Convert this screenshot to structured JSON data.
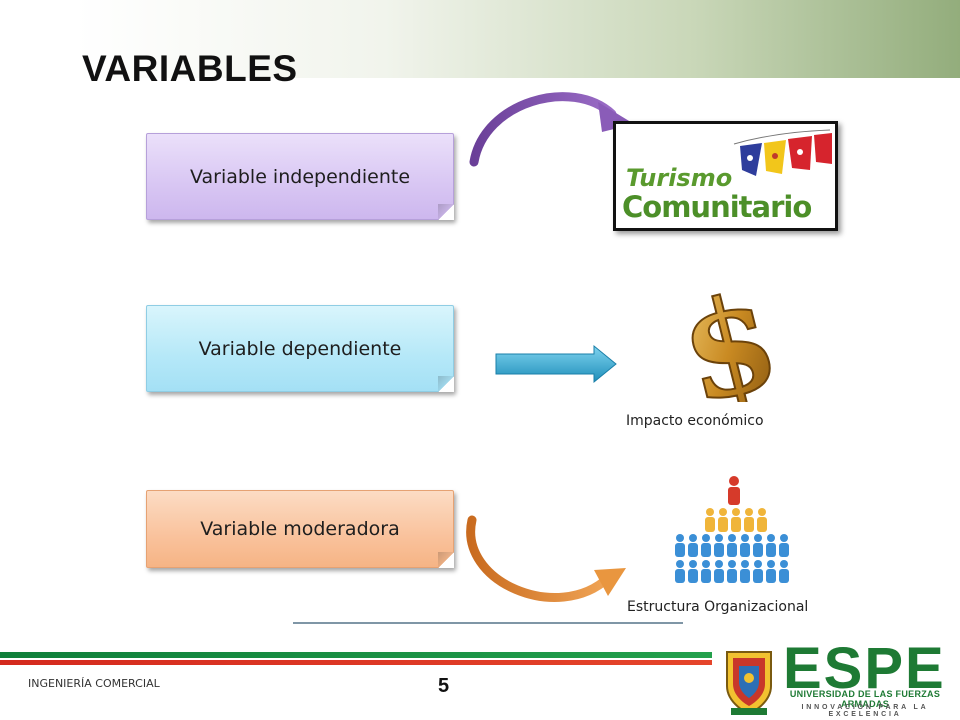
{
  "slide": {
    "title": "VARIABLES",
    "page_number": "5",
    "footer_label": "INGENIERÍA  COMERCIAL"
  },
  "variables": [
    {
      "label": "Variable independiente",
      "color": "#d8c6f3"
    },
    {
      "label": "Variable dependiente",
      "color": "#b5e8f8"
    },
    {
      "label": "Variable moderadora",
      "color": "#f9c29c"
    }
  ],
  "targets": {
    "turismo_logo": {
      "line1": "Turismo",
      "line2": "Comunitario"
    },
    "economic_caption": "Impacto económico",
    "org_caption": "Estructura Organizacional"
  },
  "arrows": {
    "curved_purple": "#7b4fa6",
    "straight_blue": "#2a9fc8",
    "curved_orange": "#e08a3a"
  },
  "brand": {
    "name": "ESPE",
    "university": "UNIVERSIDAD DE LAS FUERZAS ARMADAS",
    "motto": "INNOVACIÓN PARA LA EXCELENCIA",
    "green": "#1e7a34",
    "red": "#d42a1e"
  }
}
